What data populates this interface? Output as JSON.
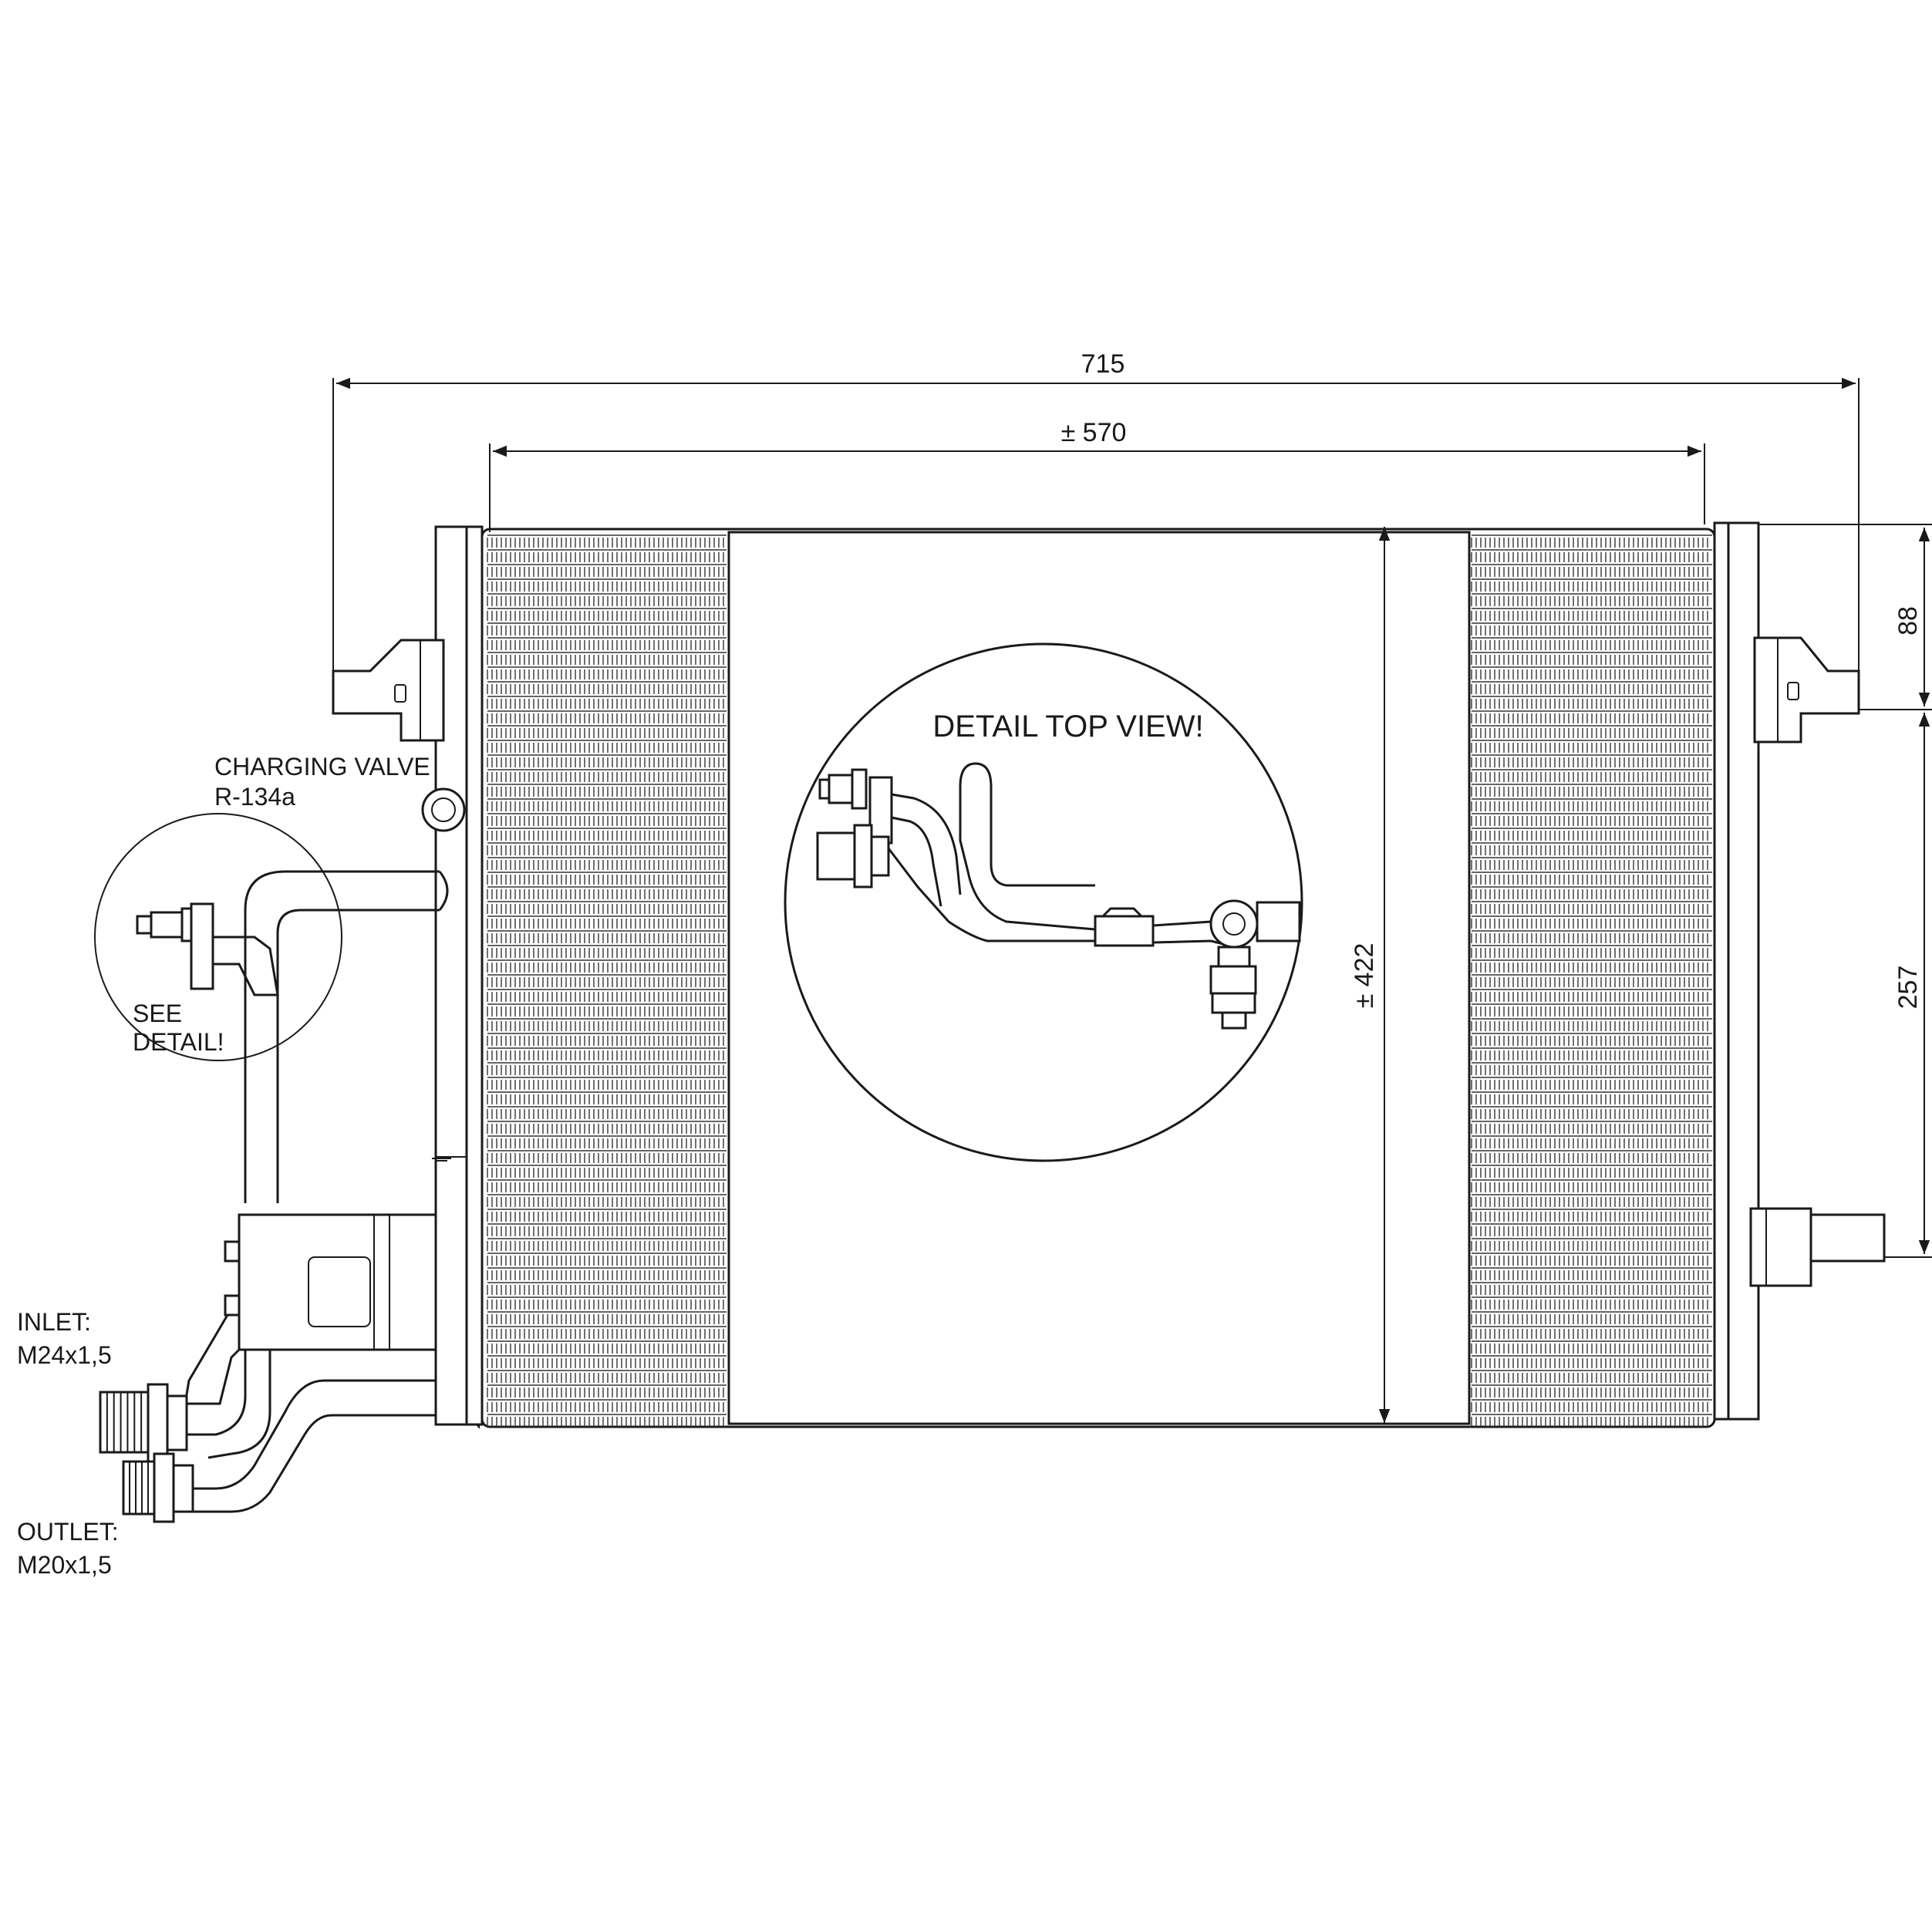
{
  "dimensions": {
    "overall_width": "715",
    "core_width": "± 570",
    "core_height": "± 422",
    "top_to_bracket": "88",
    "bracket_to_outlet": "257"
  },
  "labels": {
    "detail_top_view": "DETAIL TOP VIEW!",
    "charging_valve_line1": "CHARGING VALVE",
    "charging_valve_line2": "R-134a",
    "see_detail_line1": "SEE",
    "see_detail_line2": "DETAIL!",
    "inlet_line1": "INLET:",
    "inlet_line2": "M24x1,5",
    "outlet_line1": "OUTLET:",
    "outlet_line2": "M20x1,5"
  }
}
